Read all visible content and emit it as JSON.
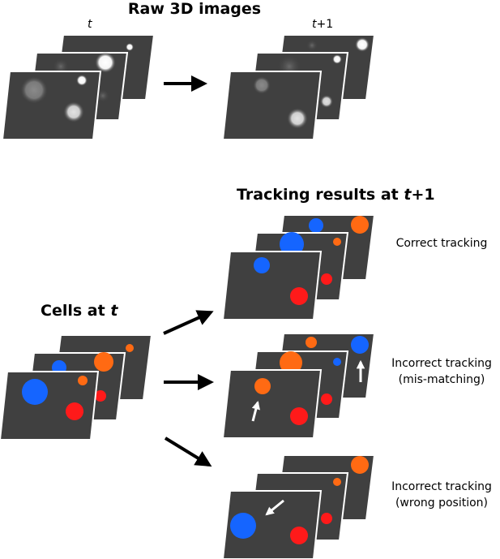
{
  "titles": {
    "raw": "Raw 3D images",
    "t_label": "t",
    "t1_label_prefix": "t",
    "t1_label_suffix": "+1",
    "tracking_prefix": "Tracking results at ",
    "tracking_t": "t",
    "tracking_suffix": "+1",
    "cells_prefix": "Cells at ",
    "cells_t": "t"
  },
  "results": {
    "correct": "Correct tracking",
    "mismatch_line1": "Incorrect tracking",
    "mismatch_line2": "(mis-matching)",
    "wrong_line1": "Incorrect tracking",
    "wrong_line2": "(wrong position)"
  },
  "colors": {
    "panel": "#404040",
    "border": "#ffffff",
    "blue": "#1565ff",
    "orange": "#ff6a13",
    "red": "#ff1a1a",
    "arrow": "#000000"
  }
}
